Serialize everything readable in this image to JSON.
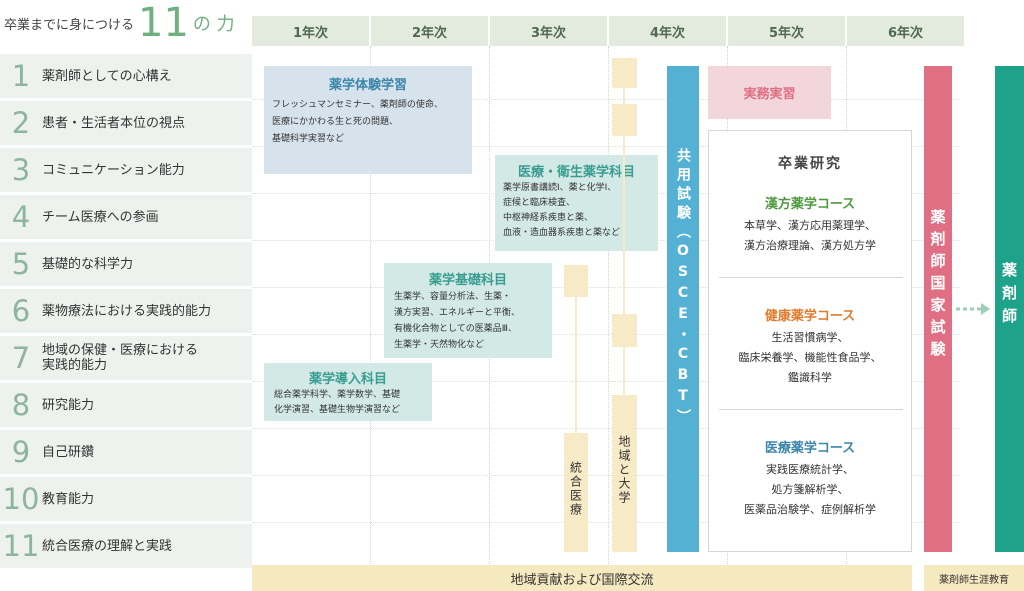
{
  "header": {
    "title_prefix": "卒業までに身につける",
    "title_number": "11",
    "title_suffix": "の 力",
    "years": [
      "1年次",
      "2年次",
      "3年次",
      "4年次",
      "5年次",
      "6年次"
    ]
  },
  "abilities": [
    {
      "num": "1",
      "label": "薬剤師としての心構え"
    },
    {
      "num": "2",
      "label": "患者・生活者本位の視点"
    },
    {
      "num": "3",
      "label": "コミュニケーション能力"
    },
    {
      "num": "4",
      "label": "チーム医療への参画"
    },
    {
      "num": "5",
      "label": "基礎的な科学力"
    },
    {
      "num": "6",
      "label": "薬物療法における実践的能力"
    },
    {
      "num": "7",
      "label": "地域の保健・医療における\n実践的能力"
    },
    {
      "num": "8",
      "label": "研究能力"
    },
    {
      "num": "9",
      "label": "自己研鑽"
    },
    {
      "num": "10",
      "label": "教育能力"
    },
    {
      "num": "11",
      "label": "統合医療の理解と実践"
    }
  ],
  "boxes": {
    "experience": {
      "title": "薬学体験学習",
      "body": "フレッシュマンセミナー、薬剤師の使命、\n医療にかかわる生と死の問題、\n基礎科学実習など"
    },
    "medical": {
      "title": "医療・衛生薬学科目",
      "body": "薬学原書講読Ⅰ、薬と化学Ⅰ、\n症候と臨床検査、\n中枢神経系疾患と薬、\n血液・造血器系疾患と薬など"
    },
    "basic": {
      "title": "薬学基礎科目",
      "body": "生薬学、容量分析法、生薬・\n漢方実習、エネルギーと平衡、\n有機化合物としての医薬品Ⅲ、\n生薬学・天然物化など"
    },
    "intro": {
      "title": "薬学導入科目",
      "body": "総合薬学科学、薬学数学、基礎\n化学演習、基礎生物学演習など"
    }
  },
  "vertical_labels": {
    "integrative": "統合医療",
    "community": "地域と大学",
    "common_exam": "共用試験（OSCE・CBT）",
    "national_exam": "薬剤師国家試験",
    "pharmacist": "薬剤師"
  },
  "practice": "実務実習",
  "research": {
    "title": "卒業研究",
    "courses": [
      {
        "title": "漢方薬学コース",
        "body": "本草学、漢方応用薬理学、\n漢方治療理論、漢方処方学",
        "color": "#4f9a3f"
      },
      {
        "title": "健康薬学コース",
        "body": "生活習慣病学、\n臨床栄養学、機能性食品学、\n鑑識科学",
        "color": "#e07b2c"
      },
      {
        "title": "医療薬学コース",
        "body": "実践医療統計学、\n処方箋解析学、\n医薬品治験学、症例解析学",
        "color": "#3d86ab"
      }
    ]
  },
  "bottom": {
    "band": "地域貢献および国際交流",
    "lifelong": "薬剤師生涯教育"
  },
  "colors": {
    "accent_green": "#6fb07f",
    "exam_blue": "#55b1d4",
    "exam_pink": "#e06f84",
    "pharmacist_teal": "#1fa28a",
    "practice_pink": "#f3d6dc",
    "practice_text": "#e06f84"
  }
}
